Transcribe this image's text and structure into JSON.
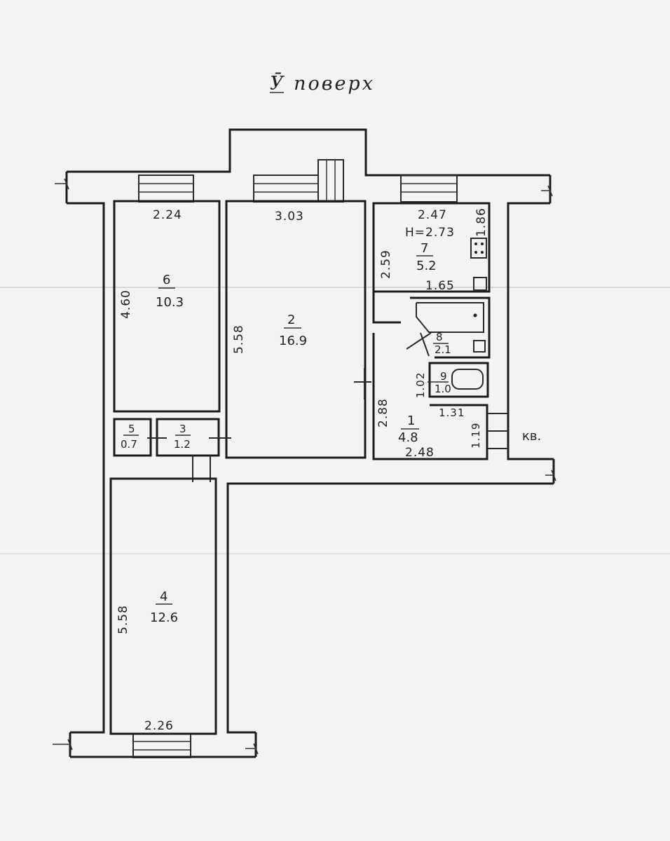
{
  "title": "Ӯ поверх",
  "rooms": [
    {
      "id": "6",
      "area": "10.3",
      "width": "2.24",
      "length": "4.60"
    },
    {
      "id": "2",
      "area": "16.9",
      "width": "3.03",
      "length": "5.58"
    },
    {
      "id": "7",
      "area": "5.2",
      "width": "2.47",
      "length": "2.59",
      "extra_w": "1.65",
      "extra_d": "1.86",
      "height": "H=2.73"
    },
    {
      "id": "8",
      "area": "2.1"
    },
    {
      "id": "9",
      "area": "1.0",
      "length": "1.02"
    },
    {
      "id": "1",
      "area": "4.8",
      "width": "2.48",
      "top": "1.31",
      "length": "2.88",
      "side": "1.19"
    },
    {
      "id": "5",
      "area": "0.7"
    },
    {
      "id": "3",
      "area": "1.2"
    },
    {
      "id": "4",
      "area": "12.6",
      "width": "2.26",
      "length": "5.58"
    }
  ],
  "entrance_label": "кв.",
  "colors": {
    "ink": "#1c1c1c",
    "paper": "#f3f3f1"
  }
}
